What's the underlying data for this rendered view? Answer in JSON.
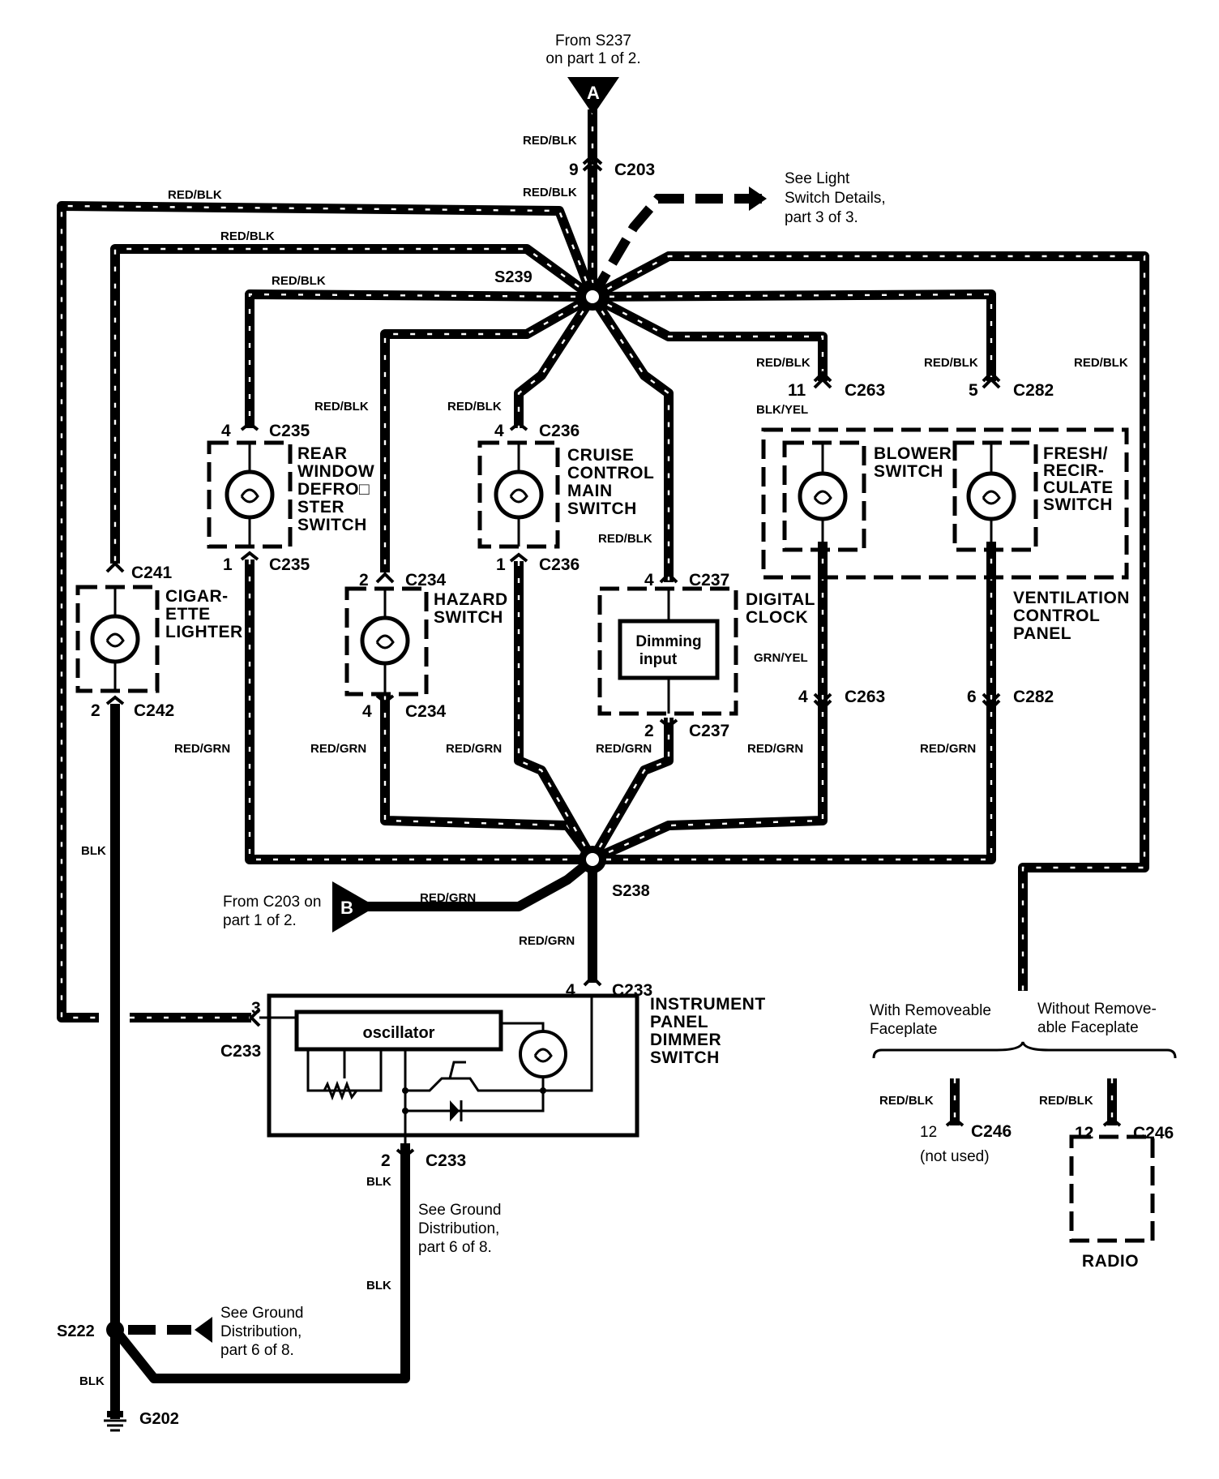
{
  "top_connector": {
    "letter": "A",
    "note_line1": "From S237",
    "note_line2": "on part 1 of 2."
  },
  "bottom_connector": {
    "letter": "B",
    "note_line1": "From C203 on",
    "note_line2": "part 1 of 2."
  },
  "light_switch_note": [
    "See Light",
    "Switch Details,",
    "part 3 of 3."
  ],
  "wire_colors": {
    "red_blk": "RED/BLK",
    "red_grn": "RED/GRN",
    "blk": "BLK",
    "blk_yel": "BLK/YEL",
    "grn_yel": "GRN/YEL"
  },
  "splices": {
    "s239": "S239",
    "s238": "S238",
    "s222": "S222"
  },
  "ground": {
    "g202": "G202"
  },
  "connectors": {
    "c203": {
      "id": "C203",
      "pin": "9"
    },
    "c235_top": {
      "id": "C235",
      "pin": "4"
    },
    "c235_bot": {
      "id": "C235",
      "pin": "1"
    },
    "c236_top": {
      "id": "C236",
      "pin": "4"
    },
    "c236_bot": {
      "id": "C236",
      "pin": "1"
    },
    "c263_top": {
      "id": "C263",
      "pin": "11"
    },
    "c263_bot": {
      "id": "C263",
      "pin": "4"
    },
    "c282_top": {
      "id": "C282",
      "pin": "5"
    },
    "c282_bot": {
      "id": "C282",
      "pin": "6"
    },
    "c241": {
      "id": "C241"
    },
    "c242": {
      "id": "C242",
      "pin": "2"
    },
    "c234_top": {
      "id": "C234",
      "pin": "2"
    },
    "c234_bot": {
      "id": "C234",
      "pin": "4"
    },
    "c237_top": {
      "id": "C237",
      "pin": "4"
    },
    "c237_bot": {
      "id": "C237",
      "pin": "2"
    },
    "c233_top": {
      "id": "C233",
      "pin": "4"
    },
    "c233_left": {
      "id": "C233",
      "pin": "3"
    },
    "c233_bot": {
      "id": "C233",
      "pin": "2"
    },
    "c246_a": {
      "id": "C246",
      "pin": "12"
    },
    "c246_b": {
      "id": "C246",
      "pin": "12"
    }
  },
  "components": {
    "rear_defroster": [
      "REAR",
      "WINDOW",
      "DEFRO□",
      "STER",
      "SWITCH"
    ],
    "cruise_control": [
      "CRUISE",
      "CONTROL",
      "MAIN",
      "SWITCH"
    ],
    "blower": [
      "BLOWER",
      "SWITCH"
    ],
    "fresh_recirc": [
      "FRESH/",
      "RECIR-",
      "CULATE",
      "SWITCH"
    ],
    "cigarette_lighter": [
      "CIGAR-",
      "ETTE",
      "LIGHTER"
    ],
    "hazard": [
      "HAZARD",
      "SWITCH"
    ],
    "digital_clock": [
      "DIGITAL",
      "CLOCK"
    ],
    "dimming_input": [
      "Dimming",
      "input"
    ],
    "ventilation_panel": [
      "VENTILATION",
      "CONTROL",
      "PANEL"
    ],
    "dimmer_switch": [
      "INSTRUMENT",
      "PANEL",
      "DIMMER",
      "SWITCH"
    ],
    "oscillator": "oscillator",
    "radio": "RADIO"
  },
  "ground_notes": {
    "upper": [
      "See Ground",
      "Distribution,",
      "part 6 of 8."
    ],
    "lower": [
      "See Ground",
      "Distribution,",
      "part 6 of 8."
    ]
  },
  "faceplate": {
    "with_line1": "With Removeable",
    "with_line2": "Faceplate",
    "without_line1": "Without Remove-",
    "without_line2": "able Faceplate",
    "not_used": "(not used)"
  }
}
